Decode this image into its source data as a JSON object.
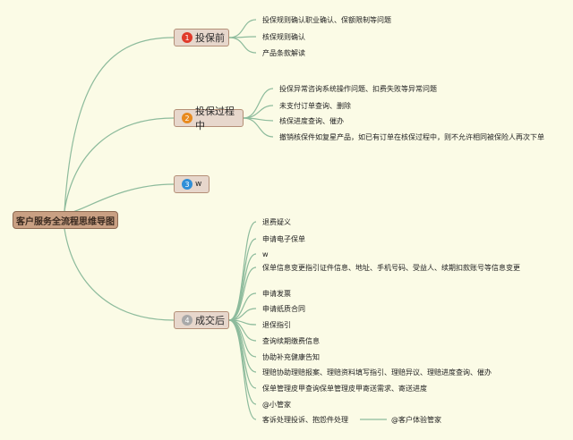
{
  "root": {
    "label": "客户服务全流程思维导图"
  },
  "branches": [
    {
      "label": "投保前",
      "badge": "1",
      "color": "#e03a2a",
      "leaves": [
        "投保规则确认职业确认、保额限制等问题",
        "核保规则确认",
        "产品条款解读"
      ]
    },
    {
      "label": "投保过程中",
      "badge": "2",
      "color": "#e88a1e",
      "leaves": [
        "投保异常咨询系统操作问题、扣费失败等异常问题",
        "未支付订单查询、删除",
        "核保进度查询、催办",
        "撤销核保件如复星产品，如已有订单在核保过程中，则不允许相同被保险人再次下单"
      ]
    },
    {
      "label": "w",
      "badge": "3",
      "color": "#2f8fd8",
      "leaves": []
    },
    {
      "label": "成交后",
      "badge": "4",
      "color": "#a9a9a9",
      "leaves": [
        "退费疑义",
        "申请电子保单",
        "w",
        "保单信息变更指引证件信息、地址、手机号码、受益人、续期扣款账号等信息变更",
        "申请发票",
        "申请纸质合同",
        "退保指引",
        "查询续期缴费信息",
        "协助补充健康告知",
        "理赔协助理赔报案、理赔资料填写指引、理赔异议、理赔进度查询、催办",
        "保单管理皮甲查询保单管理皮甲寄送需求、寄送进度",
        "@小管家",
        "客诉处理投诉、抱怨件处理"
      ]
    }
  ],
  "extra_leaf": "@客户体验管家",
  "colors": {
    "line": "#8dbb9c",
    "background": "#fbfbe6"
  }
}
